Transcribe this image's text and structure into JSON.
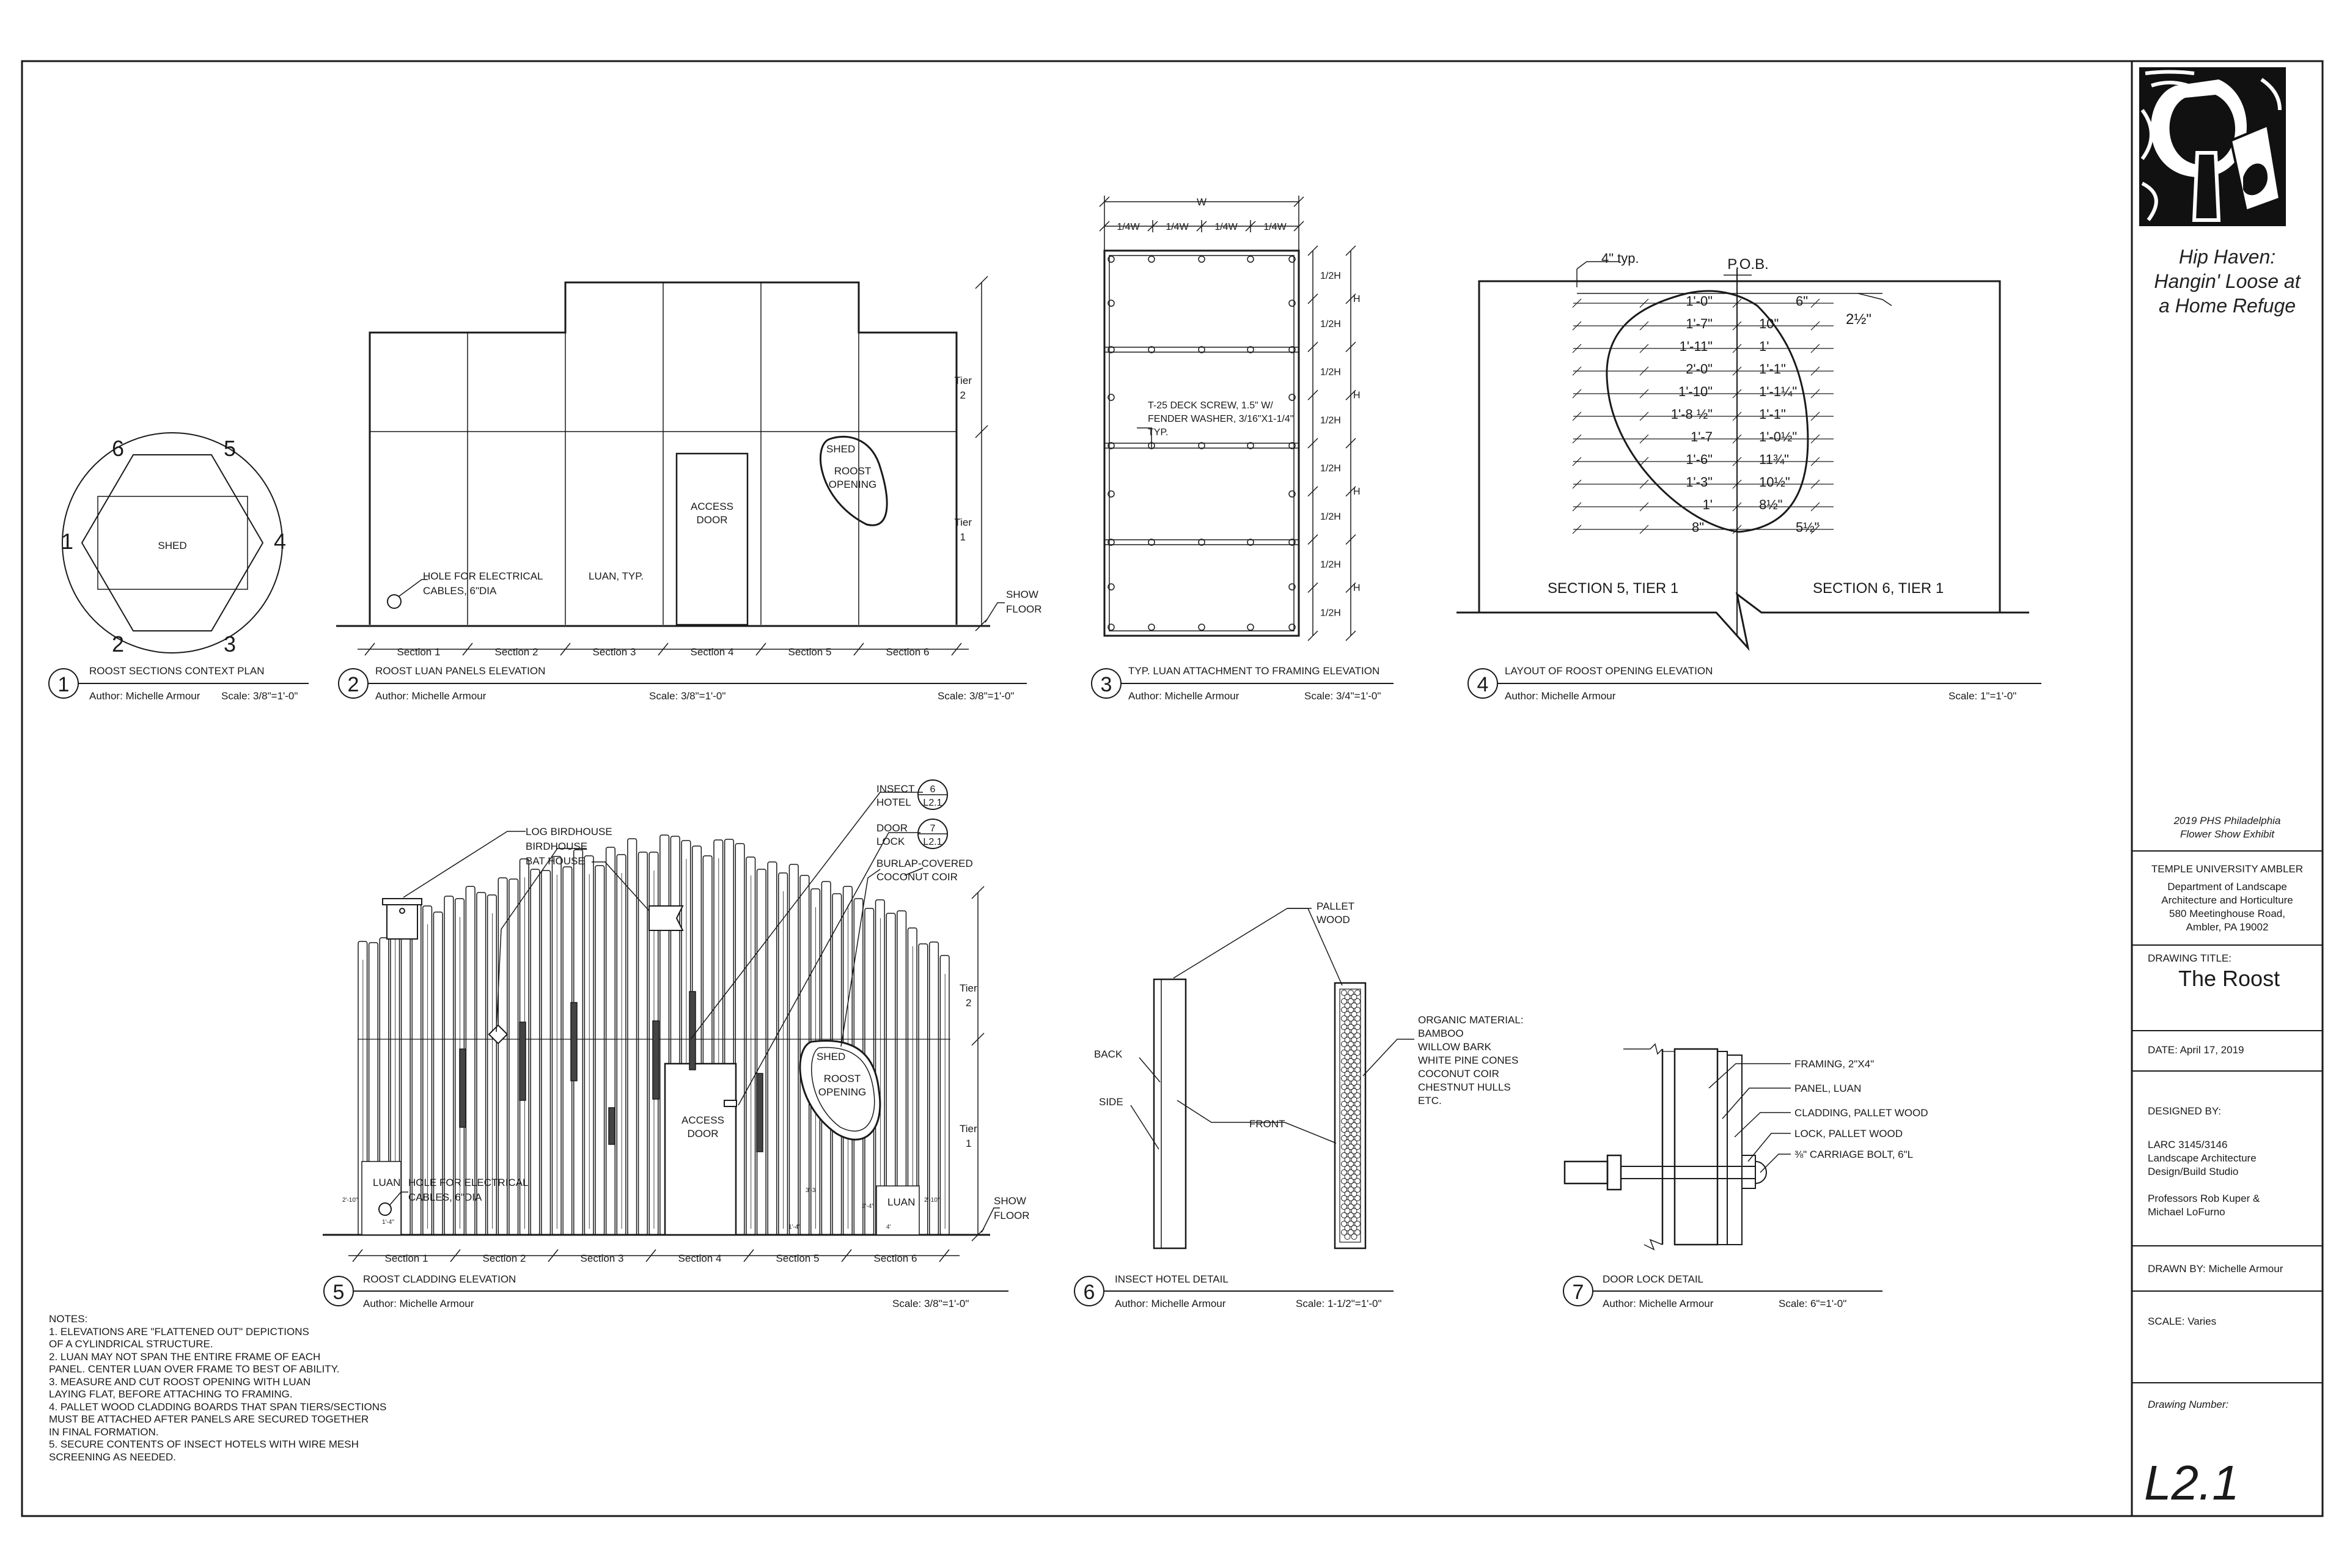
{
  "title_block": {
    "project_title_lines": [
      "Hip Haven:",
      "Hangin' Loose at",
      "a Home Refuge"
    ],
    "exhibit_lines": [
      "2019 PHS Philadelphia",
      "Flower Show Exhibit"
    ],
    "university": "TEMPLE UNIVERSITY AMBLER",
    "department_lines": [
      "Department of Landscape",
      "Architecture and Horticulture",
      "580 Meetinghouse Road,",
      "Ambler, PA 19002"
    ],
    "drawing_title_label": "DRAWING TITLE:",
    "drawing_title": "The Roost",
    "date": "DATE: April 17, 2019",
    "designed_by_label": "DESIGNED BY:",
    "designed_by_lines": [
      "LARC 3145/3146",
      "Landscape Architecture",
      "Design/Build Studio",
      "",
      "Professors Rob Kuper &",
      "Michael LoFurno"
    ],
    "drawn_by": "DRAWN BY: Michelle Armour",
    "scale": "SCALE: Varies",
    "drawing_number_label": "Drawing Number:",
    "drawing_number": "L2.1"
  },
  "notes": [
    "NOTES:",
    "1. ELEVATIONS ARE \"FLATTENED OUT\" DEPICTIONS",
    "OF A CYLINDRICAL STRUCTURE.",
    "2. LUAN MAY NOT SPAN THE ENTIRE FRAME OF EACH",
    "PANEL. CENTER LUAN OVER FRAME TO BEST OF ABILITY.",
    "3. MEASURE AND CUT ROOST OPENING WITH LUAN",
    "LAYING FLAT, BEFORE ATTACHING TO FRAMING.",
    "4. PALLET WOOD CLADDING BOARDS THAT SPAN TIERS/SECTIONS",
    "MUST BE ATTACHED AFTER PANELS ARE SECURED TOGETHER",
    "IN FINAL FORMATION.",
    "5. SECURE CONTENTS OF INSECT HOTELS WITH WIRE MESH",
    "SCREENING AS NEEDED."
  ],
  "drawings": {
    "d1": {
      "num": "1",
      "title": "ROOST SECTIONS CONTEXT PLAN",
      "author": "Author: Michelle Armour",
      "scale": "Scale: 3/8\"=1'-0\"",
      "labels": {
        "shed": "SHED",
        "n1": "1",
        "n2": "2",
        "n3": "3",
        "n4": "4",
        "n5": "5",
        "n6": "6"
      }
    },
    "d2": {
      "num": "2",
      "title": "ROOST LUAN PANELS ELEVATION",
      "author": "Author: Michelle Armour",
      "scale_mid": "Scale: 3/8\"=1'-0\"",
      "scale": "Scale: 3/8\"=1'-0\"",
      "sections": [
        "Section 1",
        "Section 2",
        "Section 3",
        "Section 4",
        "Section 5",
        "Section 6"
      ],
      "labels": {
        "hole1": "HOLE FOR ELECTRICAL",
        "hole2": "CABLES, 6\"DIA",
        "luan": "LUAN, TYP.",
        "door1": "ACCESS",
        "door2": "DOOR",
        "shed": "SHED",
        "roost1": "ROOST",
        "roost2": "OPENING",
        "tier2a": "Tier",
        "tier2b": "2",
        "tier1a": "Tier",
        "tier1b": "1",
        "show": "SHOW",
        "floor": "FLOOR"
      }
    },
    "d3": {
      "num": "3",
      "title": "TYP. LUAN ATTACHMENT TO FRAMING ELEVATION",
      "author": "Author: Michelle Armour",
      "scale": "Scale: 3/4\"=1'-0\"",
      "labels": {
        "w": "W",
        "q": "1/4W",
        "half": "1/2H",
        "h": "H",
        "screw1": "T-25 DECK SCREW, 1.5\" W/",
        "screw2": "FENDER WASHER, 3/16\"X1-1/4\"",
        "screw3": "TYP."
      }
    },
    "d4": {
      "num": "4",
      "title": "LAYOUT OF ROOST OPENING ELEVATION",
      "author": "Author: Michelle Armour",
      "scale": "Scale: 1\"=1'-0\"",
      "labels": {
        "typ": "4\" typ.",
        "pob": "P.O.B.",
        "top_right": "2½\"",
        "sec5": "SECTION 5, TIER 1",
        "sec6": "SECTION 6, TIER 1"
      },
      "left_dims": [
        "1'-0\"",
        "1'-7\"",
        "1'-11\"",
        "2'-0\"",
        "1'-10\"",
        "1'-8 ½\"",
        "1'-7",
        "1'-6\"",
        "1'-3\"",
        "1'",
        "8\""
      ],
      "right_dims": [
        "6\"",
        "10\"",
        "1'",
        "1'-1\"",
        "1'-1¼\"",
        "1'-1\"",
        "1'-0½\"",
        "11¾\"",
        "10½\"",
        "8½\"",
        "5½\""
      ]
    },
    "d5": {
      "num": "5",
      "title": "ROOST CLADDING ELEVATION",
      "author": "Author: Michelle Armour",
      "scale": "Scale: 3/8\"=1'-0\"",
      "sections": [
        "Section 1",
        "Section 2",
        "Section 3",
        "Section 4",
        "Section 5",
        "Section 6"
      ],
      "labels": {
        "log": "LOG BIRDHOUSE",
        "bird": "BIRDHOUSE",
        "bat": "BAT HOUSE",
        "insect1": "INSECT",
        "insect2": "HOTEL",
        "ref6": "6",
        "refL": "L2.1",
        "door1": "DOOR",
        "door2": "LOCK",
        "ref7": "7",
        "burlap1": "BURLAP-COVERED",
        "burlap2": "COCONUT COIR",
        "shed": "SHED",
        "roost1": "ROOST",
        "roost2": "OPENING",
        "access1": "ACCESS",
        "access2": "DOOR",
        "luan_l": "LUAN",
        "luan_r": "LUAN",
        "hole1": "HOLE FOR ELECTRICAL",
        "hole2": "CABLES, 6\"DIA",
        "tier2a": "Tier",
        "tier2b": "2",
        "tier1a": "Tier",
        "tier1b": "1",
        "show": "SHOW",
        "floor": "FLOOR"
      }
    },
    "d6": {
      "num": "6",
      "title": "INSECT HOTEL DETAIL",
      "author": "Author: Michelle Armour",
      "scale": "Scale: 1-1/2\"=1'-0\"",
      "labels": {
        "pallet1": "PALLET",
        "pallet2": "WOOD",
        "back": "BACK",
        "side": "SIDE",
        "front": "FRONT"
      },
      "organic": [
        "ORGANIC MATERIAL:",
        "BAMBOO",
        "WILLOW BARK",
        "WHITE PINE CONES",
        "COCONUT COIR",
        "CHESTNUT HULLS",
        "ETC."
      ]
    },
    "d7": {
      "num": "7",
      "title": "DOOR LOCK DETAIL",
      "author": "Author: Michelle Armour",
      "scale": "Scale: 6\"=1'-0\"",
      "callouts": [
        "FRAMING, 2\"X4\"",
        "PANEL, LUAN",
        "CLADDING, PALLET WOOD",
        "LOCK, PALLET WOOD",
        "⅜\" CARRIAGE BOLT, 6\"L"
      ]
    }
  }
}
